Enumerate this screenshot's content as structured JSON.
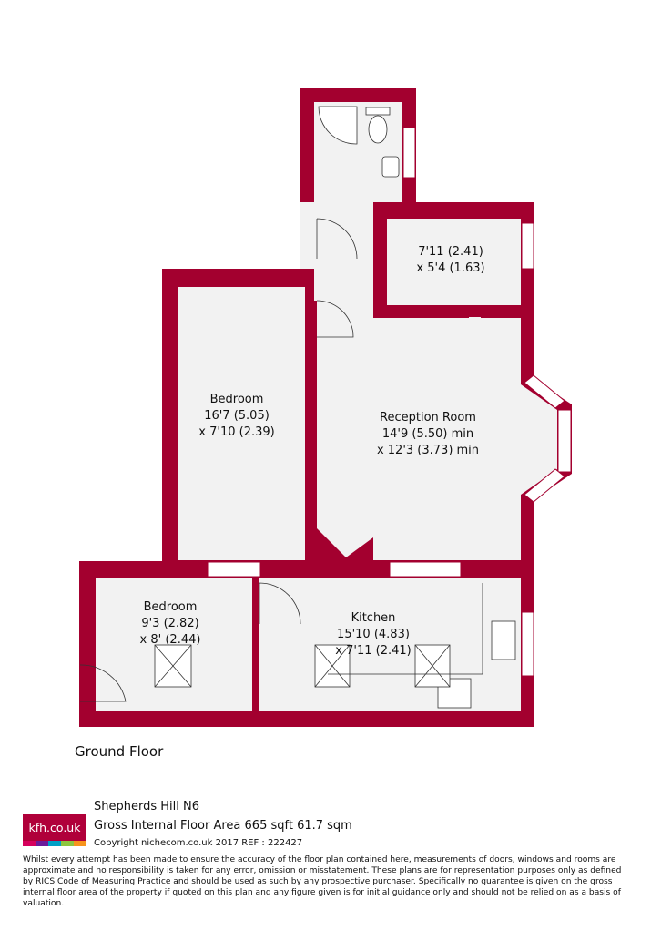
{
  "floor_plan": {
    "floor_name": "Ground Floor",
    "rooms": [
      {
        "id": "store",
        "name": "",
        "dims": [
          "7'11 (2.41)",
          "x 5'4 (1.63)"
        ]
      },
      {
        "id": "bedroom1",
        "name": "Bedroom",
        "dims": [
          "16'7 (5.05)",
          "x 7'10 (2.39)"
        ]
      },
      {
        "id": "reception",
        "name": "Reception Room",
        "dims": [
          "14'9 (5.50) min",
          "x 12'3 (3.73) min"
        ]
      },
      {
        "id": "bedroom2",
        "name": "Bedroom",
        "dims": [
          "9'3 (2.82)",
          "x 8' (2.44)"
        ]
      },
      {
        "id": "kitchen",
        "name": "Kitchen",
        "dims": [
          "15'10 (4.83)",
          "x 7'11 (2.41)"
        ]
      }
    ],
    "colors": {
      "wall": "#a3002f",
      "floor": "#f2f2f2",
      "glass": "#ffffff"
    }
  },
  "footer": {
    "logo_text": "kfh.co.uk",
    "logo_bar_colors": [
      "#d6005c",
      "#6a1b9a",
      "#00a0c6",
      "#8dc63f",
      "#f7941d"
    ],
    "address": "Shepherds Hill  N6",
    "area": "Gross Internal Floor Area 665 sqft 61.7 sqm",
    "copyright": "Copyright nichecom.co.uk 2017 REF : 222427",
    "disclaimer": "Whilst every attempt has been made to ensure the accuracy of the floor plan contained here, measurements of doors, windows and rooms are approximate and no responsibility is taken for any error, omission or misstatement.  These plans are for representation purposes only as defined by RICS Code of Measuring Practice and should be used as such by any prospective purchaser.  Specifically no guarantee is given on the gross internal floor area of the property if quoted on this plan and any figure given is for initial guidance only and should not be relied on as a basis of valuation."
  }
}
